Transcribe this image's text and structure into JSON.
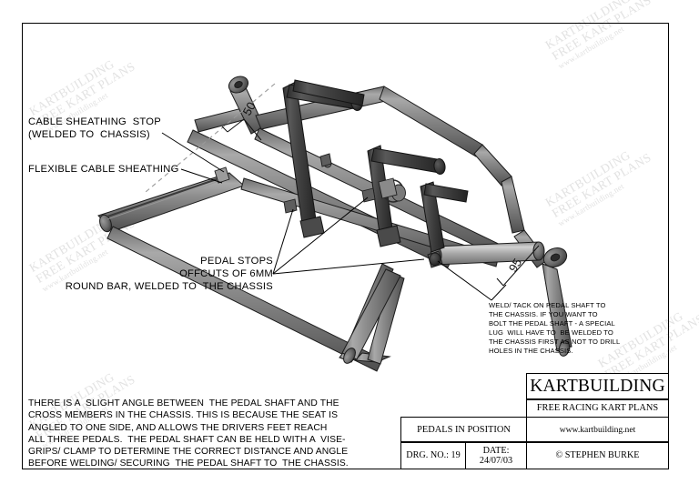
{
  "document": {
    "type": "technical-drawing",
    "sheet_border": true
  },
  "watermark": {
    "line1": "KARTBUILDING",
    "line2": "FREE KART PLANS",
    "line3": "www.kartbuilding.net",
    "color": "#e2e2e2",
    "rotation_deg": -31
  },
  "annotations": {
    "cable_sheathing_stop": "CABLE SHEATHING  STOP\n(WELDED TO  CHASSIS)",
    "flexible_cable_sheathing": "FLEXIBLE CABLE SHEATHING",
    "pedal_stops": "PEDAL STOPS\nOFFCUTS OF 6MM\nROUND BAR, WELDED TO  THE CHASSIS",
    "weld_tack_note": "WELD/ TACK ON PEDAL SHAFT TO\nTHE CHASSIS. IF YOU WANT TO\nBOLT THE PEDAL SHAFT - A SPECIAL\nLUG  WILL HAVE TO  BE WELDED TO\nTHE CHASSIS FIRST AS NOT TO DRILL\nHOLES IN THE CHASSIS."
  },
  "dimensions": {
    "upper_left": "50",
    "lower_right": "95"
  },
  "notes": {
    "main": "THERE IS A  SLIGHT ANGLE BETWEEN  THE PEDAL SHAFT AND THE\nCROSS MEMBERS IN THE CHASSIS. THIS IS BECAUSE THE SEAT IS\nANGLED TO ONE SIDE, AND ALLOWS THE DRIVERS FEET REACH\nALL THREE PEDALS.  THE PEDAL SHAFT CAN BE HELD WITH A  VISE-\nGRIPS/ CLAMP TO DETERMINE THE CORRECT DISTANCE AND ANGLE\nBEFORE WELDING/ SECURING  THE PEDAL SHAFT TO  THE CHASSIS."
  },
  "title_block": {
    "brand": "KARTBUILDING",
    "subtitle": "FREE RACING KART PLANS",
    "url": "www.kartbuilding.net",
    "copyright": "© STEPHEN BURKE",
    "drawing_title": "PEDALS IN POSITION",
    "drawing_number": "DRG. NO.:  19",
    "date": "DATE: 24/07/03"
  }
}
